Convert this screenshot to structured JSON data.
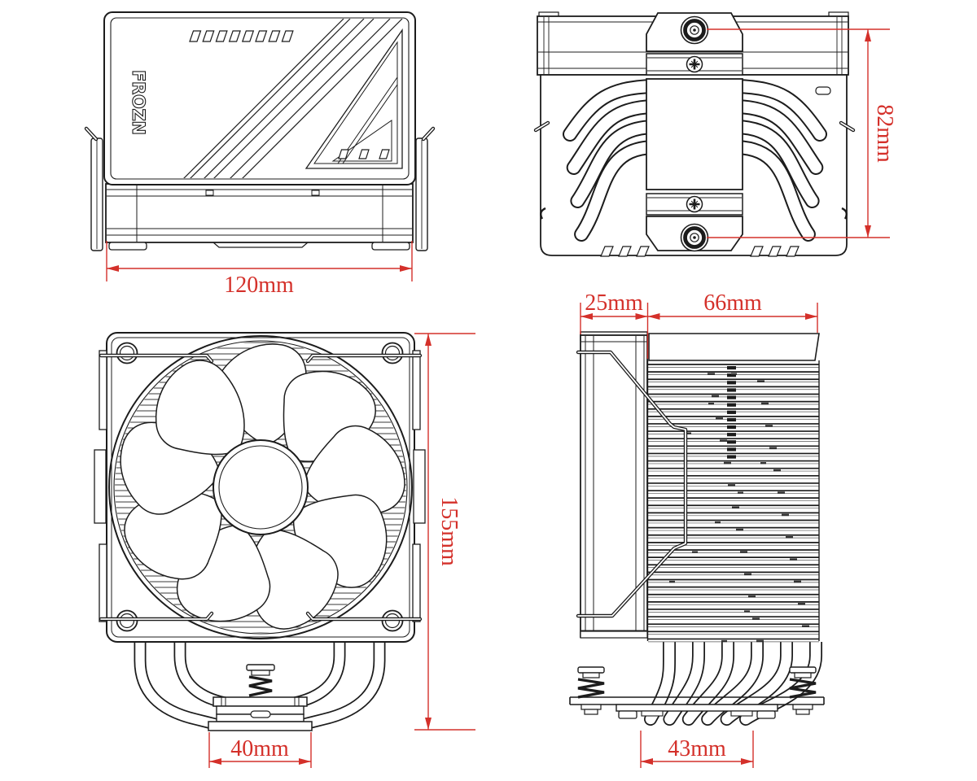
{
  "drawing": {
    "type": "technical-dimension-drawing",
    "product_logo": "FROZN",
    "colors": {
      "line": "#1c1c1c",
      "dimension": "#d4302a",
      "background": "#ffffff"
    },
    "views": {
      "top_with_fan": {
        "title": "top-view-with-fan",
        "width_dim": "120mm",
        "top_vent_count": 8,
        "corner_vent_count": 3
      },
      "top_heatsink": {
        "title": "top-view-heatsink",
        "depth_dim": "82mm",
        "heatpipe_arcs_per_side": 4
      },
      "front": {
        "title": "front-view",
        "height_dim": "155mm",
        "base_width_dim": "40mm",
        "fan_blade_count": 9
      },
      "side": {
        "title": "side-view",
        "fan_thickness_dim": "25mm",
        "fin_depth_dim": "66mm",
        "pipe_cluster_dim": "43mm",
        "fin_count": 38,
        "heatpipe_count": 6
      }
    }
  }
}
